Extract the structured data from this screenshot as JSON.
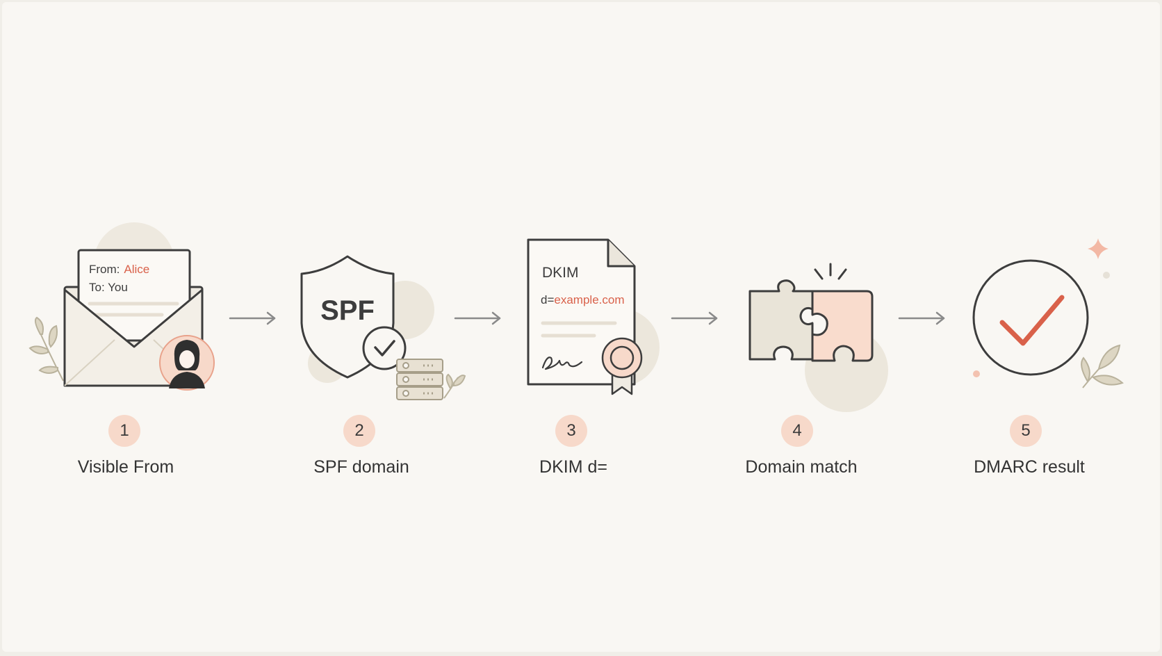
{
  "colors": {
    "background": "#f9f7f3",
    "stroke": "#3d3d3d",
    "accent": "#d9614a",
    "badge": "#f7d9ca",
    "beige": "#e9e4d8",
    "peach": "#f9dccd",
    "arrow": "#8a8a8a"
  },
  "steps": [
    {
      "number": "1",
      "label": "Visible From",
      "icon": "envelope-icon",
      "from_label": "From:",
      "from_value": "Alice",
      "to_line": "To: You"
    },
    {
      "number": "2",
      "label": "SPF domain",
      "icon": "shield-icon",
      "shield_text": "SPF"
    },
    {
      "number": "3",
      "label": "DKIM d=",
      "icon": "certificate-icon",
      "doc_title": "DKIM",
      "doc_key": "d=",
      "doc_domain": "example.com"
    },
    {
      "number": "4",
      "label": "Domain match",
      "icon": "puzzle-icon"
    },
    {
      "number": "5",
      "label": "DMARC result",
      "icon": "checkmark-circle-icon"
    }
  ]
}
